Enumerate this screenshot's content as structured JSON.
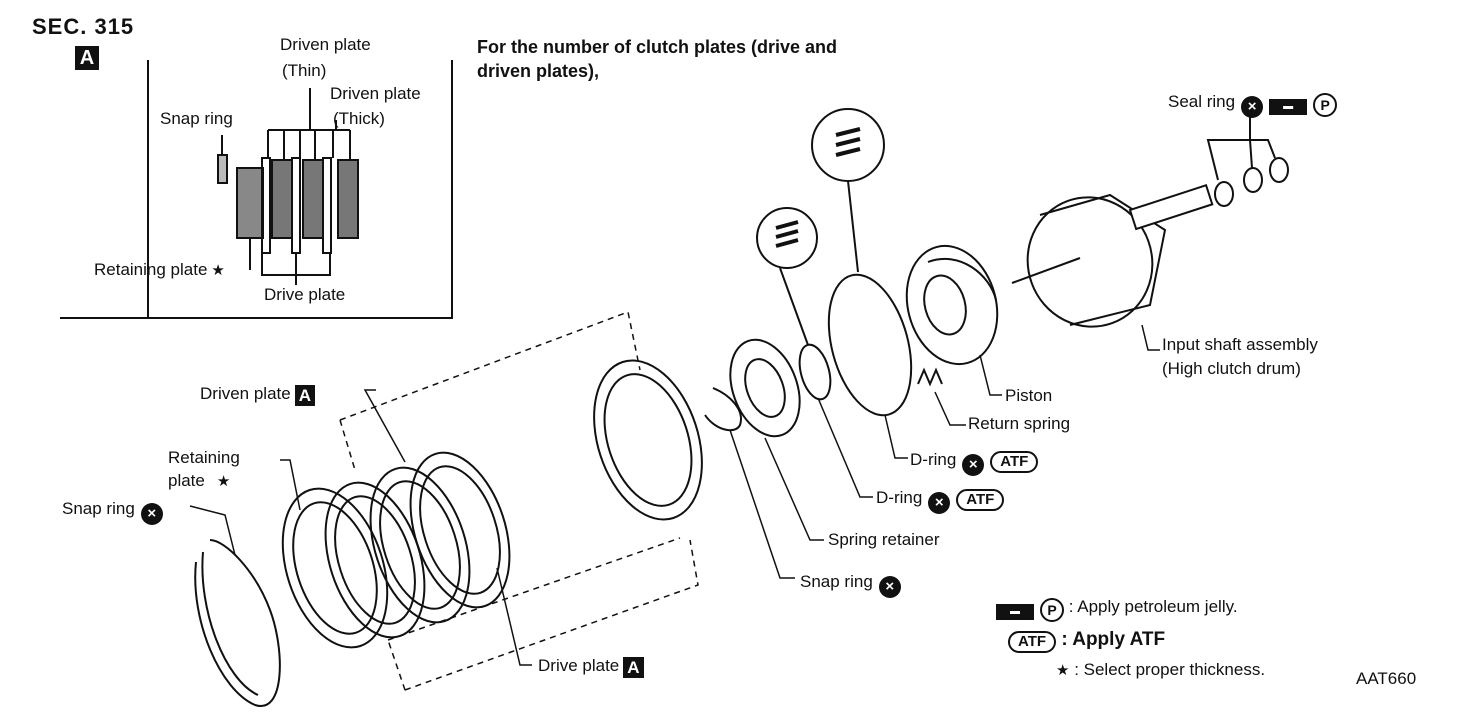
{
  "section": {
    "title": "SEC. 315",
    "inset_tag": "A"
  },
  "note": {
    "line1": "For the number of clutch plates (drive and",
    "line2": "driven plates),"
  },
  "inset": {
    "driven_thin_1": "Driven plate",
    "driven_thin_2": "(Thin)",
    "driven_thick_1": "Driven plate",
    "driven_thick_2": "(Thick)",
    "snap_ring": "Snap ring",
    "retaining_plate": "Retaining plate",
    "drive_plate": "Drive plate"
  },
  "labels": {
    "seal_ring": "Seal ring",
    "input_shaft_1": "Input shaft assembly",
    "input_shaft_2": "(High clutch drum)",
    "piston": "Piston",
    "return_spring": "Return spring",
    "d_ring_outer": "D-ring",
    "d_ring_inner": "D-ring",
    "spring_retainer": "Spring retainer",
    "snap_ring_inner": "Snap ring",
    "driven_plate": "Driven plate",
    "retaining_plate_1": "Retaining",
    "retaining_plate_2": "plate",
    "snap_ring_outer": "Snap ring",
    "drive_plate": "Drive plate"
  },
  "symbols": {
    "replace": "×",
    "atf": "ATF",
    "petroleum": "P",
    "star": "★",
    "tag_a": "A"
  },
  "legend": {
    "petroleum": ": Apply petroleum jelly.",
    "atf": ": Apply ATF",
    "star": ": Select proper thickness."
  },
  "figure_code": "AAT660"
}
